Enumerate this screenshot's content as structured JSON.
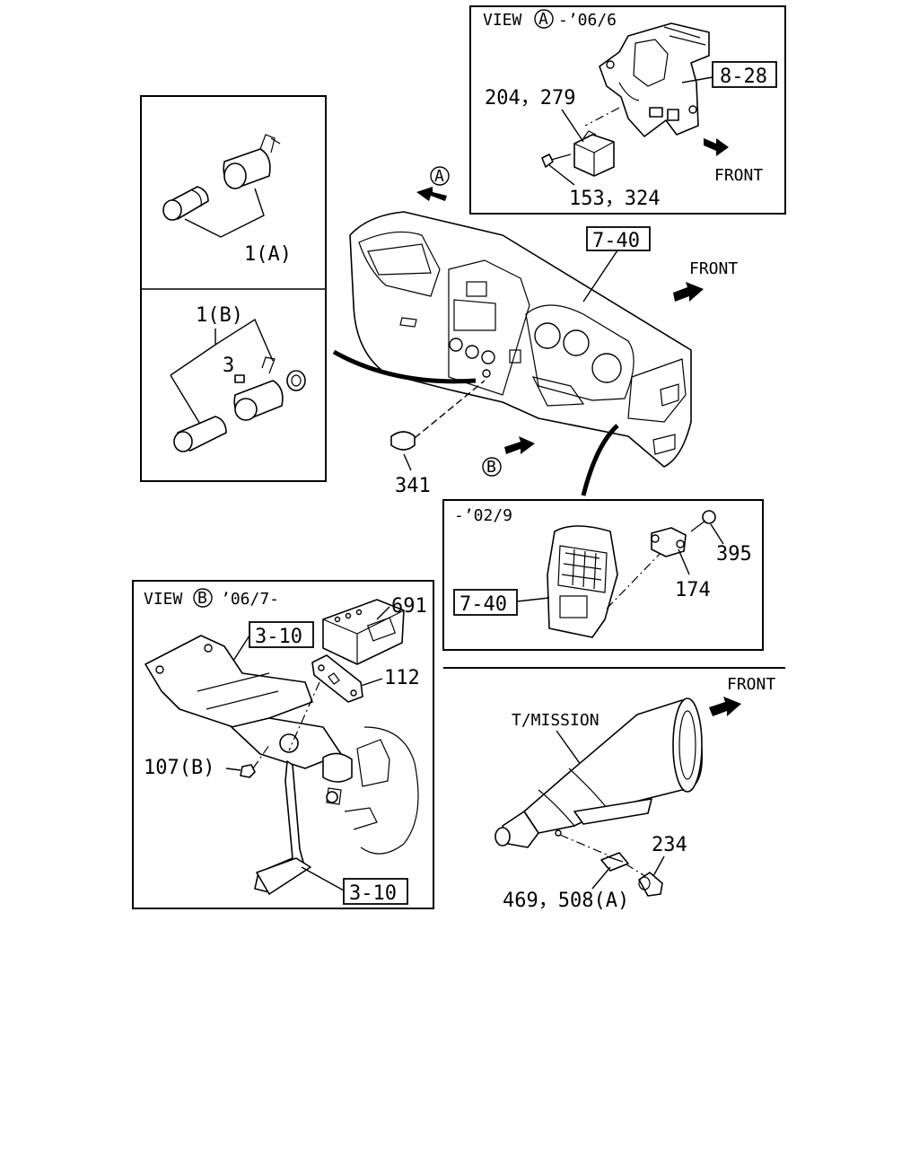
{
  "panels": {
    "view_a": {
      "title": "VIEW",
      "letter": "A",
      "date": "-’06/6"
    },
    "view_b": {
      "title": "VIEW",
      "letter": "B",
      "date": "’06/7-"
    },
    "inset_0209": {
      "date": "-’02/9"
    }
  },
  "labels": {
    "front": "FRONT",
    "tmission": "T/MISSION",
    "marker_a": "A",
    "marker_b": "B"
  },
  "references": {
    "ref_8_28": "8-28",
    "ref_7_40_dash": "7-40",
    "ref_7_40_inset": "7-40",
    "ref_3_10_top": "3-10",
    "ref_3_10_bottom": "3-10"
  },
  "callouts": {
    "p204_279": "204，279",
    "p153_324": "153，324",
    "p1a": "1(A)",
    "p1b": "1(B)",
    "p3": "3",
    "p341": "341",
    "p395": "395",
    "p174": "174",
    "p691": "691",
    "p112": "112",
    "p107b": "107(B)",
    "p234": "234",
    "p469_508a": "469，508(A)"
  },
  "icons": {
    "front_arrow": "block-arrow-right-icon",
    "view_arrow": "block-arrow-icon"
  }
}
